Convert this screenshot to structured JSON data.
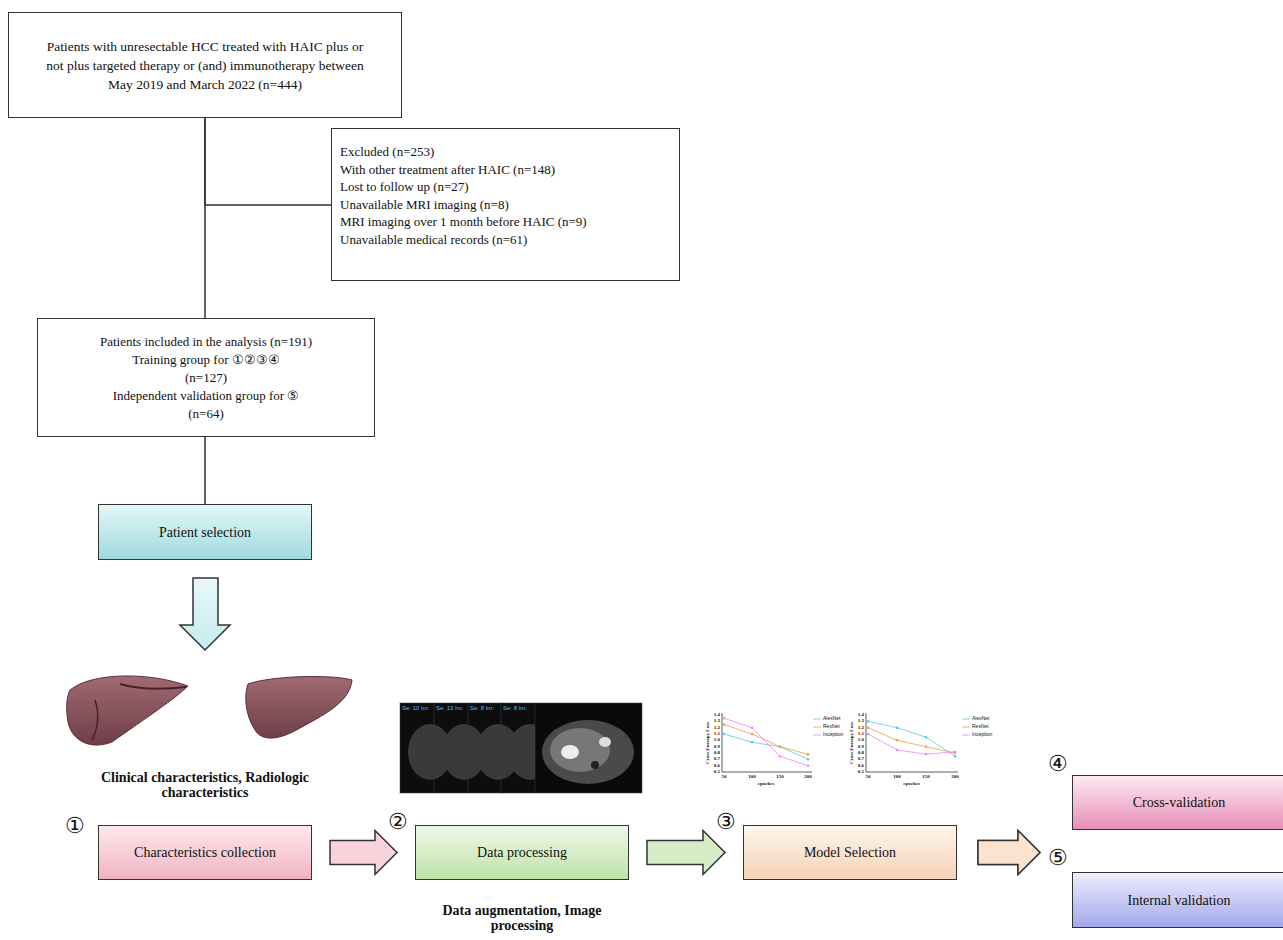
{
  "diagram": {
    "nodes": [
      {
        "text": [
          "Patients with unresectable HCC treated with HAIC plus or not plus targeted therapy or (and) immunotherapy between May 2019 and March 2022 (n=444)"
        ]
      },
      {
        "text": [
          "Excluded (n=253)",
          "With other treatment after HAIC (n=148)",
          "Lost to follow up (n=27)",
          "Unavailable MRI imaging (n=8)",
          "MRI imaging over 1 month before HAIC (n=9)",
          "Unavailable medical records (n=61)"
        ]
      },
      {
        "text": [
          "Patients included in the analysis (n=191)",
          "Training group for ①②③④ (n=127)",
          "Independent validation group for ⑤ (n=64)"
        ]
      },
      {
        "text": [
          "Patient selection"
        ]
      },
      {
        "text": [
          "Characteristics collection"
        ]
      },
      {
        "text": [
          "Data processing"
        ]
      },
      {
        "text": [
          "Model Selection"
        ]
      },
      {
        "text": [
          "Cross-validation"
        ]
      },
      {
        "text": [
          "Internal validation"
        ]
      }
    ],
    "edges": [
      {
        "from": 0,
        "to": 1,
        "arrow": "none"
      },
      {
        "from": 0,
        "to": 2,
        "arrow": "none"
      },
      {
        "from": 2,
        "to": 3,
        "arrow": "none"
      },
      {
        "from": 4,
        "to": 5,
        "arrow": "to"
      },
      {
        "from": 5,
        "to": 6,
        "arrow": "to"
      },
      {
        "from": 6,
        "to": 7,
        "arrow": "to"
      },
      {
        "from": 6,
        "to": 8,
        "arrow": "to"
      }
    ],
    "labels": [
      "①",
      "②",
      "③",
      "④",
      "⑤",
      "Clinical characteristics, Radiologic characteristics",
      "Data augmentation, Image processing",
      "Se: 10 Im:",
      "Se: 13 Im:",
      "Se: 8 Im:",
      "Se: 8 Im:",
      "Cross Entropy Loss",
      "epoches",
      "AlexNet",
      "ResNet",
      "Inception",
      "1.4",
      "1.3",
      "1.2",
      "1.1",
      "1.0",
      "0.9",
      "0.8",
      "0.7",
      "0.6",
      "0.5",
      "50",
      "100",
      "150",
      "200",
      "Cross Entropy Loss",
      "epoches",
      "AlexNet",
      "ResNet",
      "Inception",
      "1.4",
      "1.3",
      "1.2",
      "1.1",
      "1.0",
      "0.9",
      "0.8",
      "0.7",
      "0.6",
      "0.5",
      "50",
      "100",
      "150",
      "200"
    ]
  }
}
